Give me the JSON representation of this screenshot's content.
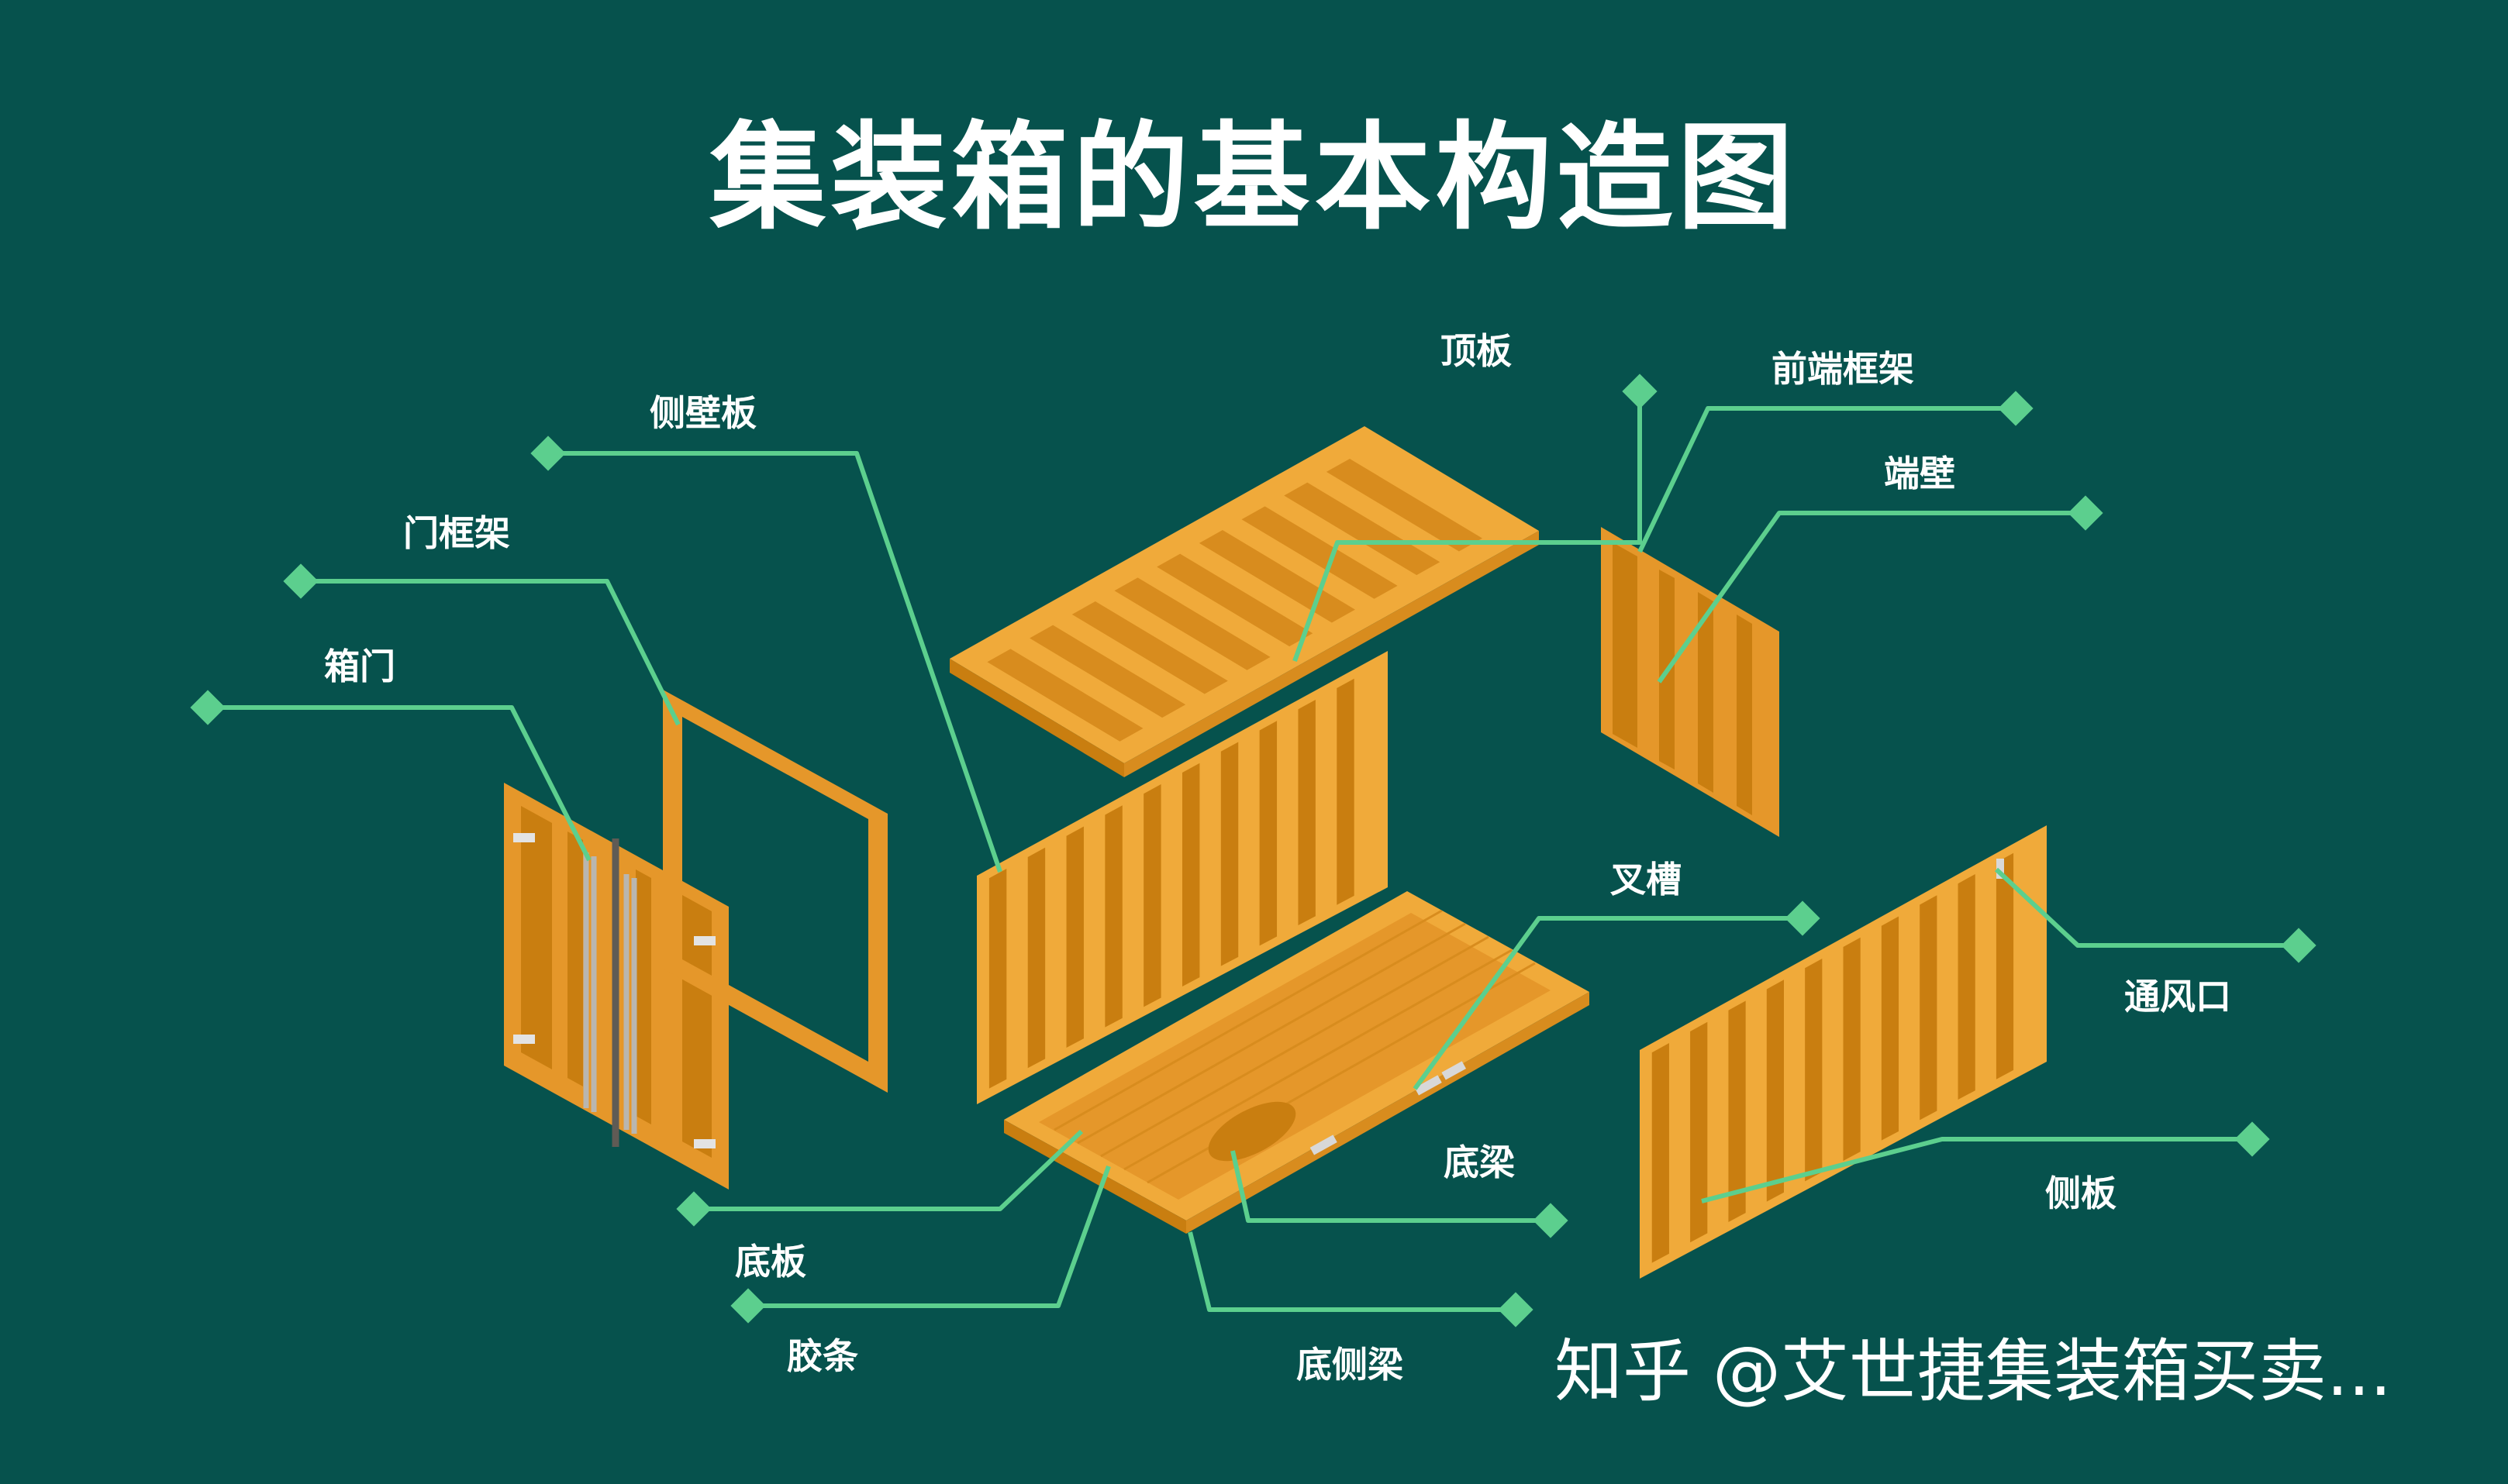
{
  "title": "集装箱的基本构造图",
  "labels": {
    "door": "箱门",
    "door_frame": "门框架",
    "side_wall": "侧壁板",
    "roof": "顶板",
    "front_frame": "前端框架",
    "end_wall": "端壁",
    "fork_pocket": "叉槽",
    "vent": "通风口",
    "cross_member": "底梁",
    "side_panel": "侧板",
    "floor": "底板",
    "gasket": "胶条",
    "bottom_side_rail": "底侧梁"
  },
  "watermark": "知乎 @艾世捷集装箱买卖...",
  "colors": {
    "background": "#06524d",
    "panel_light": "#f0aa3a",
    "panel_mid": "#e5972a",
    "panel_dark": "#c97e10",
    "leader_line": "#5ccf8e",
    "text": "#ffffff"
  }
}
